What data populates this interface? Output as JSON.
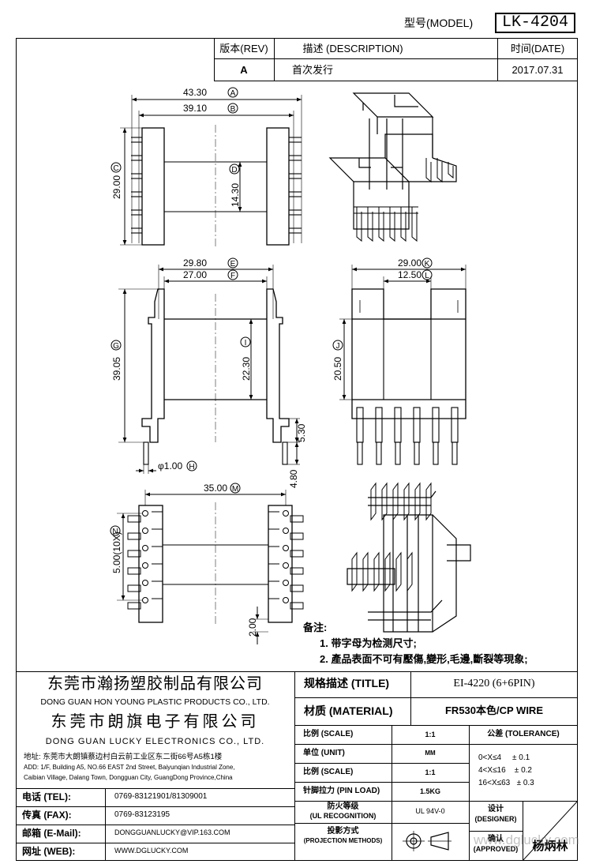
{
  "header": {
    "model_label": "型号(MODEL)",
    "model_value": "LK-4204"
  },
  "revision": {
    "rev_header": "版本(REV)",
    "desc_header": "描述 (DESCRIPTION)",
    "date_header": "时间(DATE)",
    "rev_value": "A",
    "desc_value": "首次发行",
    "date_value": "2017.07.31"
  },
  "dimensions": {
    "top_a": "43.30",
    "top_b": "39.10",
    "top_c": "29.00",
    "top_d": "14.30",
    "front_e": "29.80",
    "front_f": "27.00",
    "front_g": "39.05",
    "front_i": "22.30",
    "front_h": "φ1.00",
    "front_pin1": "5.30",
    "front_pin2": "4.80",
    "side_k": "29.00",
    "side_l": "12.50",
    "side_j": "20.50",
    "bottom_m": "35.00",
    "bottom_n": "5.00(10X)",
    "bottom_o": "2.00"
  },
  "callouts": [
    "A",
    "B",
    "C",
    "D",
    "E",
    "F",
    "G",
    "H",
    "I",
    "J",
    "K",
    "L",
    "M",
    "N"
  ],
  "notes": {
    "title": "备注:",
    "line1": "1. 带字母为检测尺寸;",
    "line2": "2. 產品表面不可有壓傷,變形,毛邊,斷裂等現象;"
  },
  "company": {
    "name1_cn": "东莞市瀚扬塑胶制品有限公司",
    "name1_en": "DONG GUAN HON YOUNG PLASTIC PRODUCTS CO., LTD.",
    "name2_cn": "东莞市朗旗电子有限公司",
    "name2_en": "DONG GUAN LUCKY ELECTRONICS CO., LTD.",
    "address_cn": "地址: 东莞市大朗镇蔡边村白云前工业区东二街66号A5栋1楼",
    "address_en1": "ADD: 1/F, Building A5, NO.66 EAST 2nd Street, Baiyunqian Industrial Zone,",
    "address_en2": "Caibian Village, Dalang Town, Dongguan City, GuangDong Province,China"
  },
  "contact": {
    "tel_label": "电话 (TEL):",
    "tel_value": "0769-83121901/81309001",
    "fax_label": "传真 (FAX):",
    "fax_value": "0769-83123195",
    "email_label": "邮箱 (E-Mail):",
    "email_value": "DONGGUANLUCKY@VIP.163.COM",
    "web_label": "网址 (WEB):",
    "web_value": "WWW.DGLUCKY.COM"
  },
  "spec": {
    "title_label": "规格描述 (TITLE)",
    "title_value": "EI-4220 (6+6PIN)",
    "material_label": "材质 (MATERIAL)",
    "material_value": "FR530本色/CP WIRE",
    "scale_label": "比例 (SCALE)",
    "scale_value": "1:1",
    "unit_label": "单位 (UNIT)",
    "unit_value": "MM",
    "scale2_label": "比例 (SCALE)",
    "scale2_value": "1:1",
    "pinload_label": "针脚拉力 (PIN LOAD)",
    "pinload_value": "1.5KG",
    "ul_label1": "防火等级",
    "ul_label2": "(UL RECOGNITION)",
    "ul_value": "UL 94V-0",
    "proj_label1": "投影方式",
    "proj_label2": "(PROJECTION METHODS)",
    "tolerance_label": "公差 (TOLERANCE)",
    "tol1": "0<X≤4     ± 0.1",
    "tol2": "4<X≤16    ± 0.2",
    "tol3": "16<X≤63   ± 0.3",
    "designer_label1": "设计",
    "designer_label2": "(DESIGNER)",
    "approved_label1": "确认",
    "approved_label2": "(APPROVED)",
    "approver_name": "杨炳林",
    "watermark": "www.dglucky.com"
  }
}
